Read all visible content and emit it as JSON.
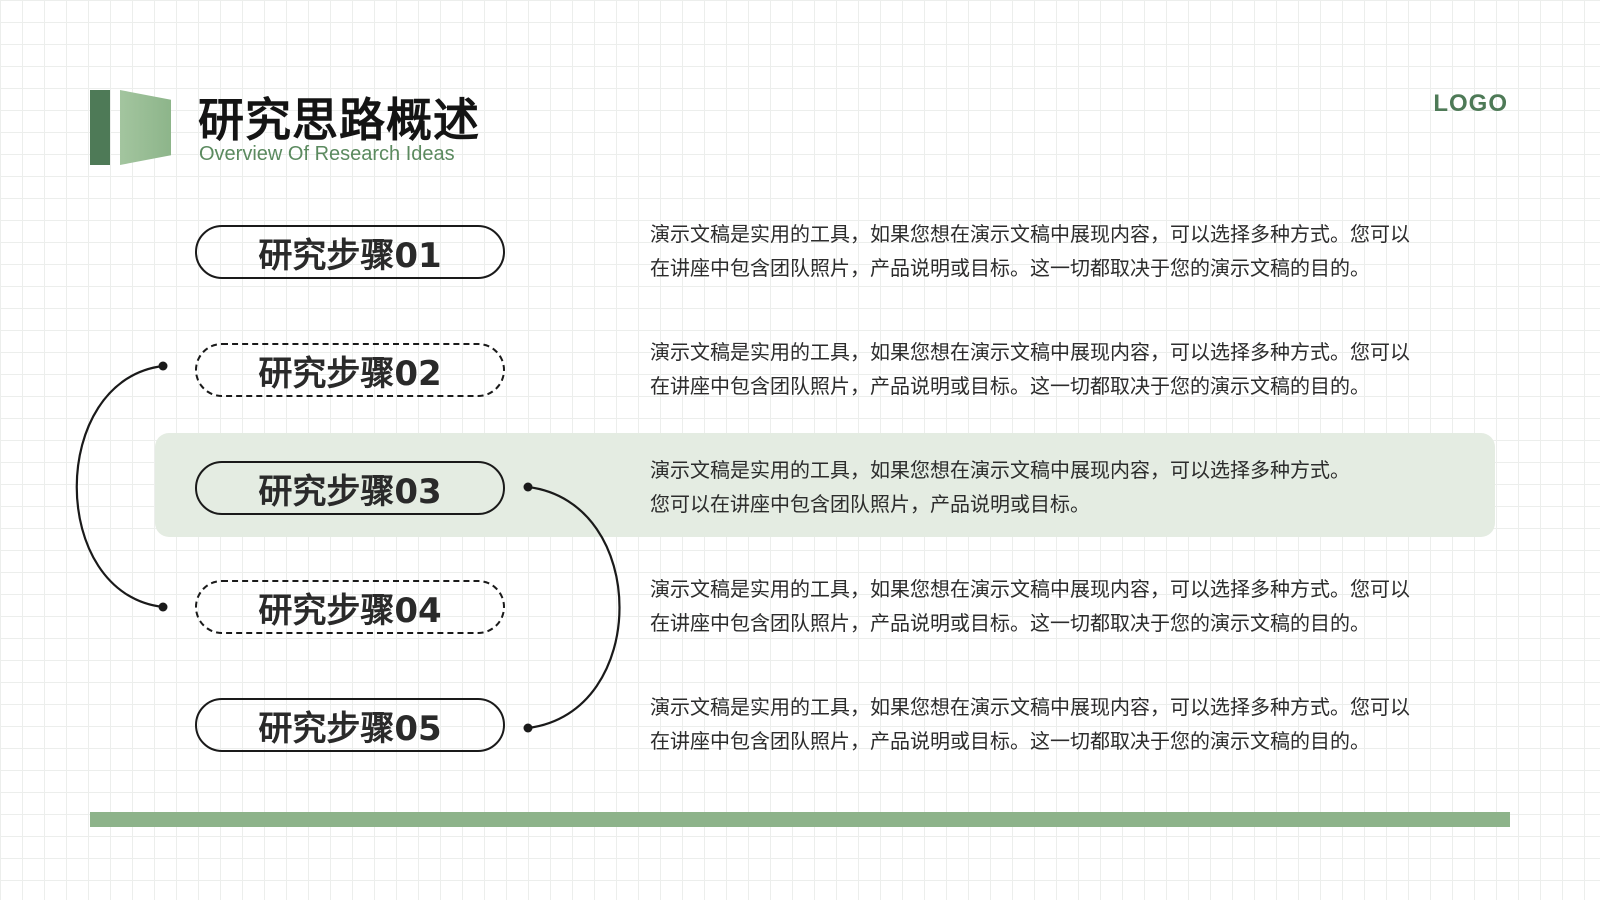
{
  "header": {
    "title": "研究思路概述",
    "subtitle": "Overview Of Research Ideas",
    "logo": "LOGO"
  },
  "steps": [
    {
      "label": "研究步骤01",
      "style": "solid",
      "lines": [
        "演示文稿是实用的工具，如果您想在演示文稿中展现内容，可以选择多种方式。您可以",
        "在讲座中包含团队照片，产品说明或目标。这一切都取决于您的演示文稿的目的。"
      ]
    },
    {
      "label": "研究步骤02",
      "style": "dashed",
      "lines": [
        "演示文稿是实用的工具，如果您想在演示文稿中展现内容，可以选择多种方式。您可以",
        "在讲座中包含团队照片，产品说明或目标。这一切都取决于您的演示文稿的目的。"
      ]
    },
    {
      "label": "研究步骤03",
      "style": "solid-active",
      "lines": [
        "演示文稿是实用的工具，如果您想在演示文稿中展现内容，可以选择多种方式。",
        "您可以在讲座中包含团队照片，产品说明或目标。"
      ]
    },
    {
      "label": "研究步骤04",
      "style": "dashed",
      "lines": [
        "演示文稿是实用的工具，如果您想在演示文稿中展现内容，可以选择多种方式。您可以",
        "在讲座中包含团队照片，产品说明或目标。这一切都取决于您的演示文稿的目的。"
      ]
    },
    {
      "label": "研究步骤05",
      "style": "solid",
      "lines": [
        "演示文稿是实用的工具，如果您想在演示文稿中展现内容，可以选择多种方式。您可以",
        "在讲座中包含团队照片，产品说明或目标。这一切都取决于您的演示文稿的目的。"
      ]
    }
  ],
  "colors": {
    "accent_dark": "#4e7a57",
    "accent_light": "#8db38a",
    "highlight": "#e4ece2"
  }
}
